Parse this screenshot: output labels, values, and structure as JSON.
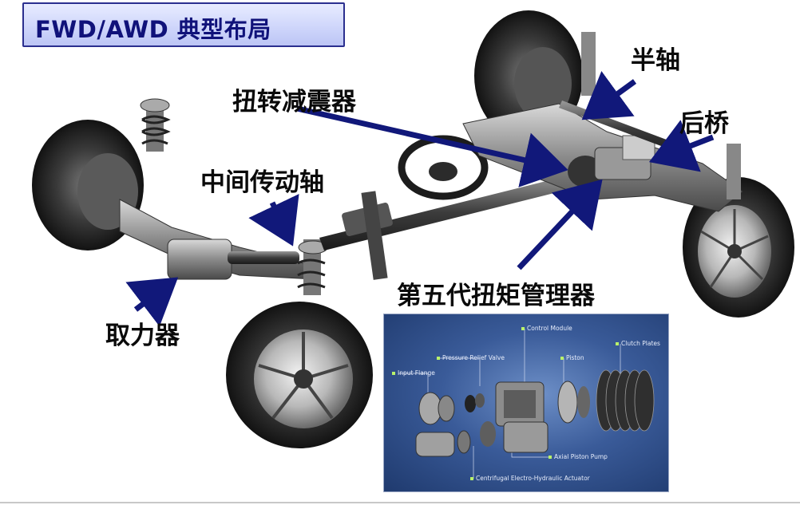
{
  "title": "FWD/AWD 典型布局",
  "callouts": {
    "half_shaft": "半轴",
    "torsional_damper": "扭转减震器",
    "rear_axle": "后桥",
    "intermediate_shaft": "中间传动轴",
    "fifth_gen_torque_manager": "第五代扭矩管理器",
    "power_takeoff": "取力器"
  },
  "inset": {
    "labels": {
      "control_module": "Control Module",
      "clutch_plates": "Clutch Plates",
      "pressure_relief_valve": "Pressure Relief Valve",
      "piston": "Piston",
      "input_flange": "Input Flange",
      "axial_piston_pump": "Axial Piston Pump",
      "actuator": "Centrifugal Electro-Hydraulic Actuator"
    }
  },
  "colors": {
    "arrow": "#11187a",
    "title_text": "#10127a",
    "title_border": "#2b2f8f"
  }
}
